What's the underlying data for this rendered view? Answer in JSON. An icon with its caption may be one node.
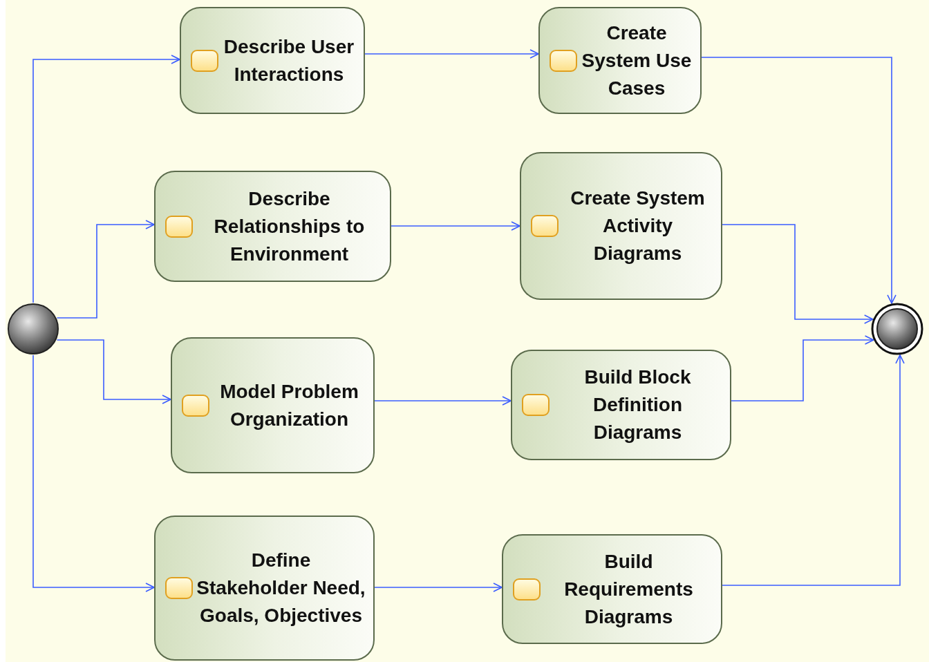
{
  "diagram": {
    "nodes": [
      {
        "text": [],
        "shape": "circle"
      },
      {
        "text": [
          "Describe User Interactions"
        ]
      },
      {
        "text": [
          "Create System Use Cases"
        ]
      },
      {
        "text": [
          "Describe Relationships to Environment"
        ]
      },
      {
        "text": [
          "Create System Activity Diagrams"
        ]
      },
      {
        "text": [
          "Model Problem Organization"
        ]
      },
      {
        "text": [
          "Build Block Definition Diagrams"
        ]
      },
      {
        "text": [
          "Define Stakeholder Need, Goals, Objectives"
        ]
      },
      {
        "text": [
          "Build Requirements Diagrams"
        ]
      },
      {
        "text": [],
        "shape": "circle"
      }
    ],
    "edges": [
      {
        "from": 0,
        "to": 1,
        "arrow": "to"
      },
      {
        "from": 0,
        "to": 3,
        "arrow": "to"
      },
      {
        "from": 0,
        "to": 5,
        "arrow": "to"
      },
      {
        "from": 0,
        "to": 7,
        "arrow": "to"
      },
      {
        "from": 1,
        "to": 2,
        "arrow": "to"
      },
      {
        "from": 3,
        "to": 4,
        "arrow": "to"
      },
      {
        "from": 5,
        "to": 6,
        "arrow": "to"
      },
      {
        "from": 7,
        "to": 8,
        "arrow": "to"
      },
      {
        "from": 2,
        "to": 9,
        "arrow": "to"
      },
      {
        "from": 4,
        "to": 9,
        "arrow": "to"
      },
      {
        "from": 6,
        "to": 9,
        "arrow": "to"
      },
      {
        "from": 8,
        "to": 9,
        "arrow": "to"
      }
    ]
  }
}
